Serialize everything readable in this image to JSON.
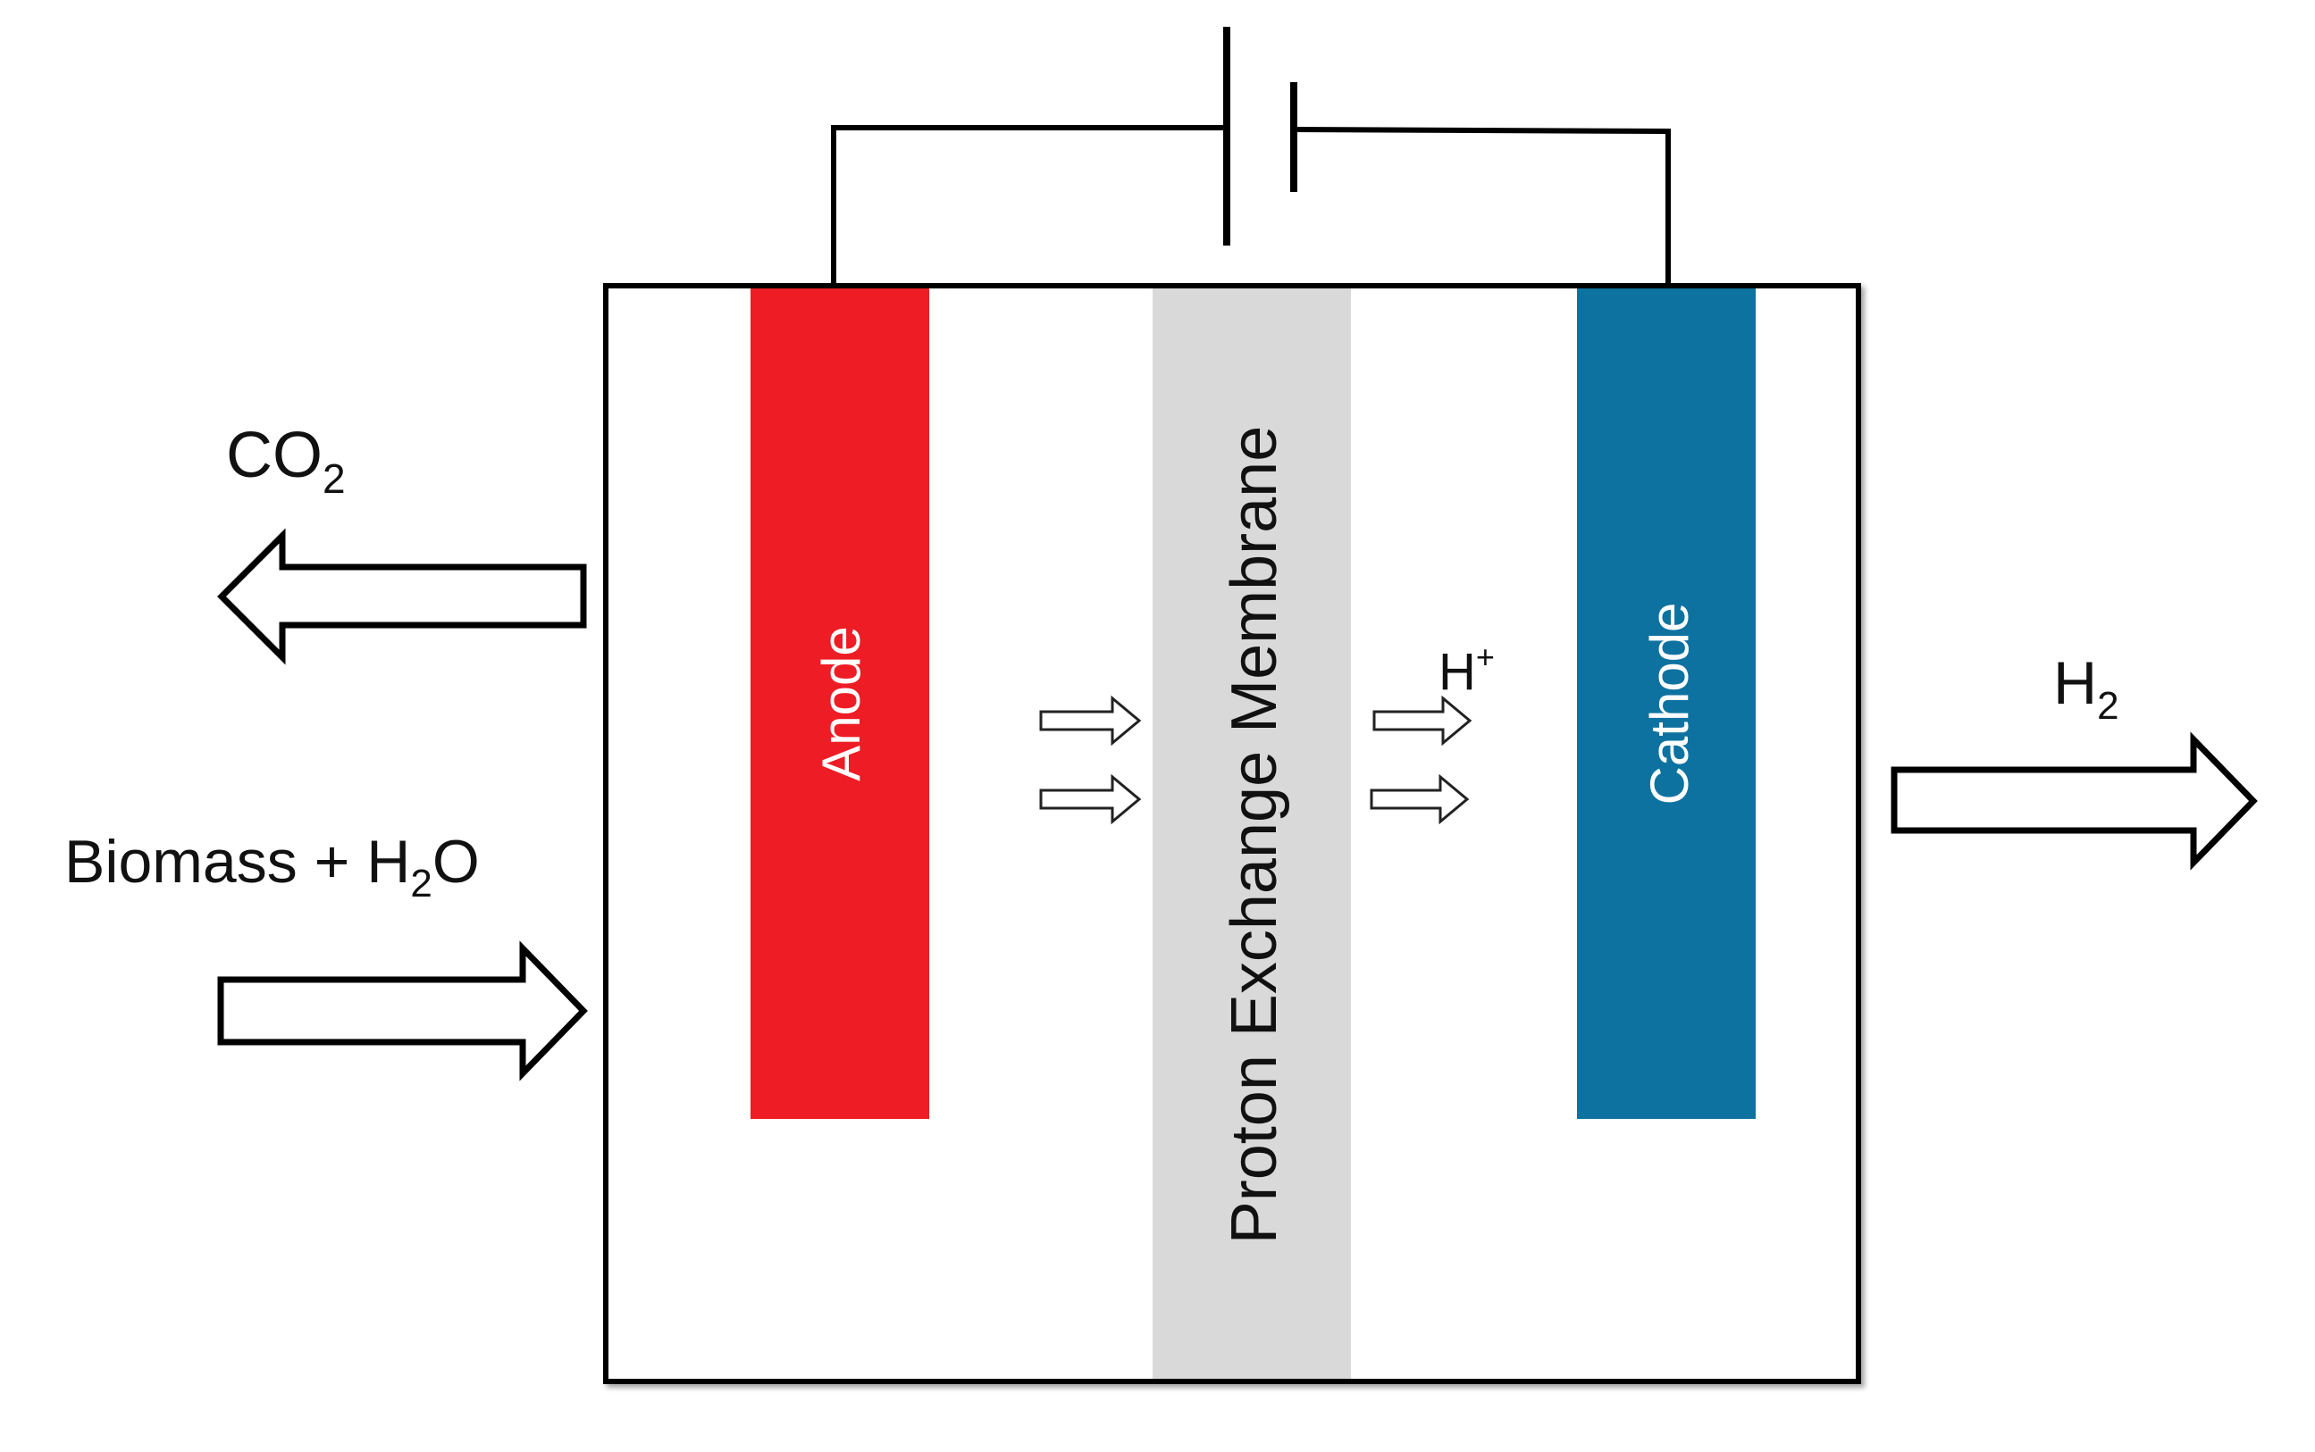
{
  "labels": {
    "anode": "Anode",
    "cathode": "Cathode",
    "membrane": "Proton Exchange Membrane",
    "co2_main": "CO",
    "co2_sub": "2",
    "h2_main": "H",
    "h2_sub": "2",
    "biomass_pre": "Biomass + H",
    "biomass_sub": "2",
    "biomass_post": "O",
    "proton_main": "H",
    "proton_sup": "+"
  },
  "colors": {
    "anode": "#ee1c24",
    "cathode": "#0e72a0",
    "membrane": "#d9d9d9",
    "line": "#000000"
  },
  "icons": {
    "battery": "battery-symbol-icon",
    "arrows": "hollow-arrow-icon"
  }
}
